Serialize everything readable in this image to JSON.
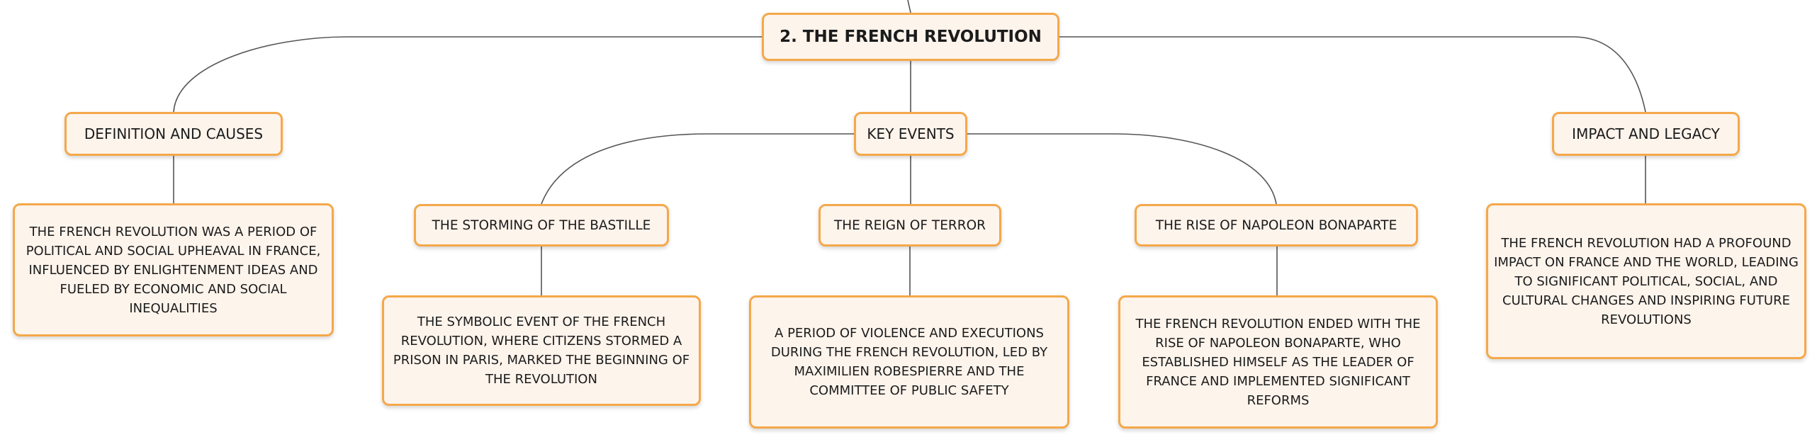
{
  "colors": {
    "node_border": "#f5a84a",
    "node_fill": "#fdf4ec",
    "connector": "#555555",
    "text": "#1b1b1b"
  },
  "root": {
    "title": "2. THE FRENCH REVOLUTION"
  },
  "categories": {
    "definition": {
      "label": "DEFINITION AND CAUSES",
      "description": "THE FRENCH REVOLUTION WAS A PERIOD OF POLITICAL AND SOCIAL UPHEAVAL IN FRANCE, INFLUENCED BY ENLIGHTENMENT IDEAS AND FUELED BY ECONOMIC AND SOCIAL INEQUALITIES"
    },
    "key_events": {
      "label": "KEY EVENTS",
      "events": [
        {
          "label": "THE STORMING OF THE BASTILLE",
          "description": "THE SYMBOLIC EVENT OF THE FRENCH REVOLUTION, WHERE CITIZENS STORMED A PRISON IN PARIS, MARKED THE BEGINNING OF THE REVOLUTION"
        },
        {
          "label": "THE REIGN OF TERROR",
          "description": "A PERIOD OF VIOLENCE AND EXECUTIONS DURING THE FRENCH REVOLUTION, LED BY MAXIMILIEN ROBESPIERRE AND THE COMMITTEE OF PUBLIC SAFETY"
        },
        {
          "label": "THE RISE OF NAPOLEON BONAPARTE",
          "description": "THE FRENCH REVOLUTION ENDED WITH THE RISE OF NAPOLEON BONAPARTE, WHO ESTABLISHED HIMSELF AS THE LEADER OF FRANCE AND IMPLEMENTED SIGNIFICANT REFORMS"
        }
      ]
    },
    "impact": {
      "label": "IMPACT AND LEGACY",
      "description": "THE FRENCH REVOLUTION HAD A PROFOUND IMPACT ON FRANCE AND THE WORLD, LEADING TO SIGNIFICANT POLITICAL, SOCIAL, AND CULTURAL CHANGES AND INSPIRING FUTURE REVOLUTIONS"
    }
  }
}
